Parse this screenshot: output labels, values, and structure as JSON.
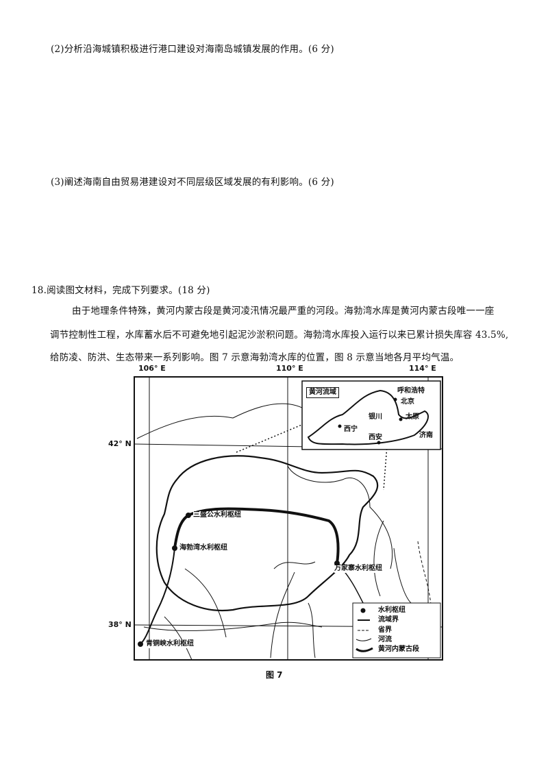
{
  "questions": {
    "q2": "(2)分析沿海城镇积极进行港口建设对海南岛城镇发展的作用。(6 分)",
    "q3": "(3)阐述海南自由贸易港建设对不同层级区域发展的有利影响。(6 分)",
    "q18_title": "18.阅读图文材料，完成下列要求。(18 分)",
    "q18_p1": "由于地理条件特殊，黄河内蒙古段是黄河凌汛情况最严重的河段。海勃湾水库是黄河内蒙古段唯一一座",
    "q18_p2": "调节控制性工程，水库蓄水后不可避免地引起泥沙淤积问题。海勃湾水库投入运行以来已累计损失库容  43.5%,",
    "q18_p3": "给防凌、防洪、生态带来一系列影响。图 7 示意海勃湾水库的位置，图 8 示意当地各月平均气温。"
  },
  "map": {
    "lon_labels": [
      "106° E",
      "110° E",
      "114° E"
    ],
    "lat_labels": [
      "42° N",
      "38° N"
    ],
    "inset": {
      "title": "黄河流域",
      "cities": [
        "呼和浩特",
        "北京",
        "银川",
        "太原",
        "西宁",
        "西安",
        "济南"
      ]
    },
    "hubs": [
      "三盛公水利枢纽",
      "海勃湾水利枢纽",
      "万家寨水利枢纽",
      "青铜峡水利枢纽"
    ],
    "legend": [
      "水利枢纽",
      "流域界",
      "省界",
      "河流",
      "黄河内蒙古段"
    ],
    "caption": "图 7"
  }
}
